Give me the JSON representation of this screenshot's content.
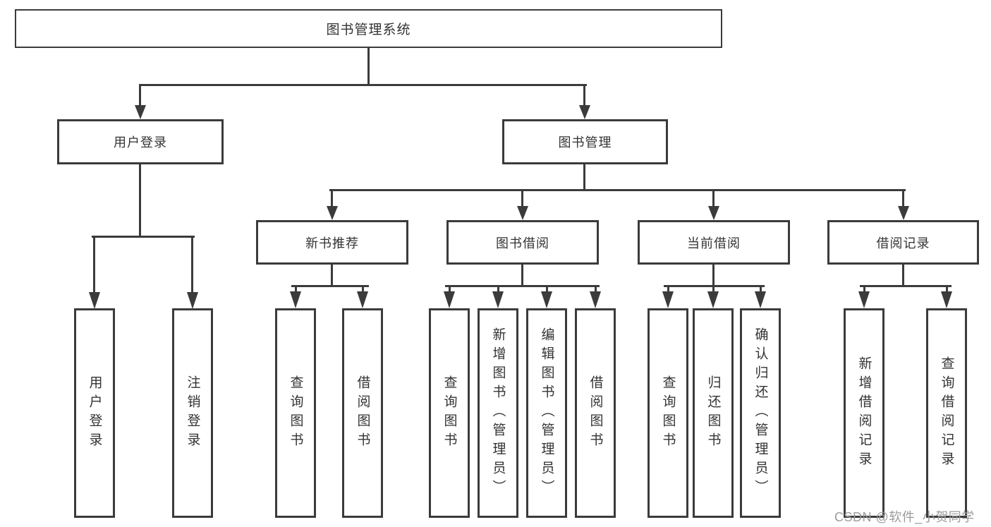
{
  "tree": {
    "root": "图书管理系统",
    "level2": {
      "user_login": "用户登录",
      "book_management": "图书管理"
    },
    "level3": {
      "new_book": "新书推荐",
      "book_borrow": "图书借阅",
      "current_borrow": "当前借阅",
      "borrow_record": "借阅记录"
    },
    "leaves": {
      "user_login": [
        "用户登录",
        "注销登录"
      ],
      "new_book": [
        "查询图书",
        "借阅图书"
      ],
      "book_borrow": [
        "查询图书",
        "新增图书（管理员）",
        "编辑图书（管理员）",
        "借阅图书"
      ],
      "current_borrow": [
        "查询图书",
        "归还图书",
        "确认归还（管理员）"
      ],
      "borrow_record": [
        "新增借阅记录",
        "查询借阅记录"
      ]
    }
  },
  "watermark": "CSDN @软件_小贺同学",
  "colors": {
    "line": "#3b3b3b",
    "text": "#333333",
    "watermark": "#9c9c9c",
    "background": "#ffffff"
  }
}
